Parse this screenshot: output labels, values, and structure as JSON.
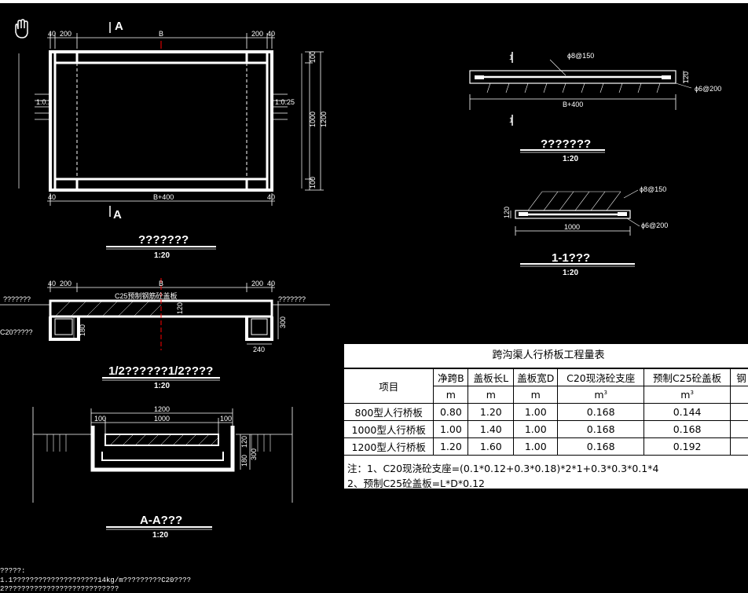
{
  "plan": {
    "label_a_top": "A",
    "label_a_bot": "A",
    "dim_left_40": "40",
    "dim_left_200": "200",
    "dim_b": "B",
    "dim_right_200": "200",
    "dim_right_40": "40",
    "dim_100_top": "100",
    "dim_1000": "1000",
    "dim_1200": "1200",
    "dim_100_bot": "100",
    "slope_left": "1:0.2",
    "slope_right": "1:0.25",
    "dim_bottom_b400": "B+400",
    "dim_bot_40l": "40",
    "dim_bot_40r": "40",
    "title": "???????",
    "scale": "1:20"
  },
  "elevation": {
    "dim_40": "40",
    "dim_200": "200",
    "dim_b": "B",
    "dim_200r": "200",
    "dim_40r": "40",
    "slab_label": "C25预制钢筋砼盖板",
    "left_ground": "???????",
    "right_ground": "???????",
    "support_label": "C20?????",
    "dim_180": "180",
    "dim_120": "120",
    "dim_300": "300",
    "dim_240": "240",
    "title": "1/2??????1/2????",
    "scale": "1:20"
  },
  "section_aa": {
    "dim_1200": "1200",
    "dim_100l": "100",
    "dim_1000": "1000",
    "dim_100r": "100",
    "dim_120": "120",
    "dim_180": "180",
    "dim_300": "300",
    "title": "A-A???",
    "scale": "1:20"
  },
  "rebar_top": {
    "sec_mark_top": "1",
    "sec_mark_bot": "1",
    "rebar_1": "ϕ8@150",
    "rebar_2": "ϕ6@200",
    "dim_120": "120",
    "dim_b400": "B+400",
    "title": "???????",
    "scale": "1:20"
  },
  "rebar_section": {
    "rebar_1": "ϕ8@150",
    "rebar_2": "ϕ6@200",
    "dim_120": "120",
    "dim_1000": "1000",
    "title": "1-1???",
    "scale": "1:20"
  },
  "qty_table": {
    "title": "跨沟渠人行桥板工程量表",
    "col_item": "项目",
    "headers": [
      "净跨B",
      "盖板长L",
      "盖板宽D",
      "C20现浇砼支座",
      "预制C25砼盖板",
      "钢"
    ],
    "units": [
      "m",
      "m",
      "m",
      "m",
      "m",
      ""
    ],
    "unit_sup": [
      "",
      "",
      "",
      "3",
      "3",
      ""
    ],
    "rows": [
      {
        "name": "800型人行桥板",
        "cells": [
          "0.80",
          "1.20",
          "1.00",
          "0.168",
          "0.144",
          ""
        ]
      },
      {
        "name": "1000型人行桥板",
        "cells": [
          "1.00",
          "1.40",
          "1.00",
          "0.168",
          "0.168",
          ""
        ]
      },
      {
        "name": "1200型人行桥板",
        "cells": [
          "1.20",
          "1.60",
          "1.00",
          "0.168",
          "0.192",
          ""
        ]
      }
    ],
    "note1": "注：1、C20现浇砼支座=(0.1*0.12+0.3*0.18)*2*1+0.3*0.3*0.1*4",
    "note2": "    2、预制C25砼盖板=L*D*0.12"
  },
  "notes": {
    "line1": "?????:",
    "line2": "1.1????????????????????14kg/m?????????C20????",
    "line3": "2???????????????????????????"
  },
  "colors": {
    "background": "#000000",
    "lines": "#ffffff",
    "axis": "#ff0000"
  },
  "icons": {
    "pan": "hand-pan-icon"
  }
}
